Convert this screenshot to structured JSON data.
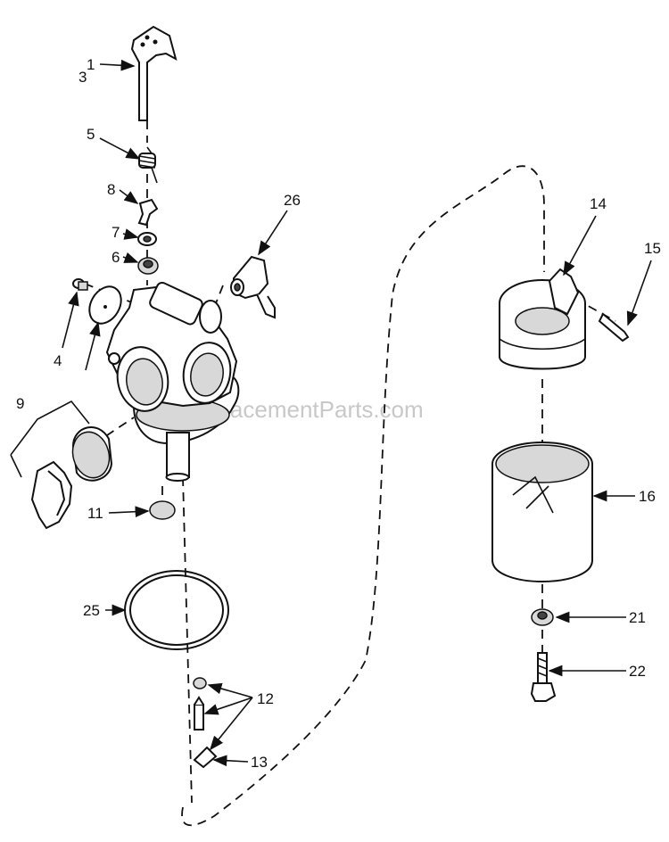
{
  "watermark": "eReplacementParts.com",
  "callouts": [
    {
      "id": "c1",
      "text": "1"
    },
    {
      "id": "c3",
      "text": "3"
    },
    {
      "id": "c4",
      "text": "4"
    },
    {
      "id": "c5",
      "text": "5"
    },
    {
      "id": "c6",
      "text": "6"
    },
    {
      "id": "c7",
      "text": "7"
    },
    {
      "id": "c8",
      "text": "8"
    },
    {
      "id": "c9",
      "text": "9"
    },
    {
      "id": "c11",
      "text": "11"
    },
    {
      "id": "c12",
      "text": "12"
    },
    {
      "id": "c13",
      "text": "13"
    },
    {
      "id": "c14",
      "text": "14"
    },
    {
      "id": "c15",
      "text": "15"
    },
    {
      "id": "c16",
      "text": "16"
    },
    {
      "id": "c21",
      "text": "21"
    },
    {
      "id": "c22",
      "text": "22"
    },
    {
      "id": "c25",
      "text": "25"
    },
    {
      "id": "c26",
      "text": "26"
    }
  ]
}
